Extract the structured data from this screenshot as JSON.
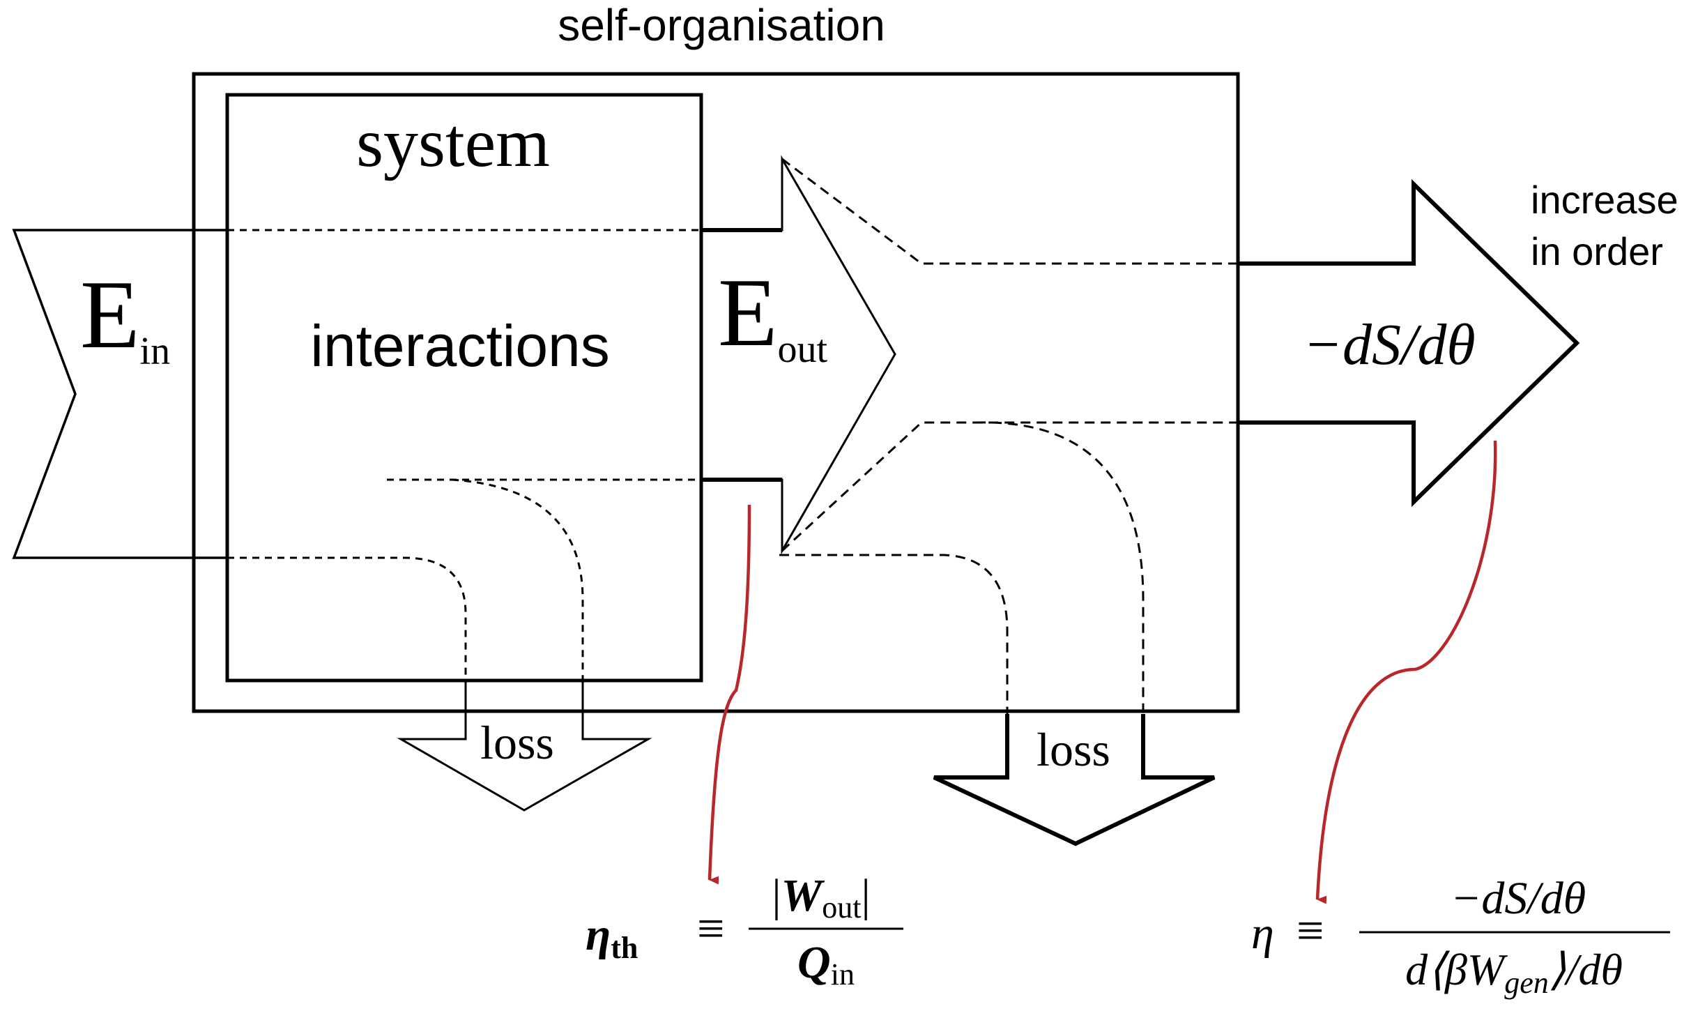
{
  "diagram": {
    "title": "self-organisation",
    "system_label": "system",
    "interactions_label": "interactions",
    "energy_in": {
      "base": "E",
      "sub": "in"
    },
    "energy_out": {
      "base": "E",
      "sub": "out"
    },
    "entropy_rate": "−dS/dθ",
    "increase_line1": "increase",
    "increase_line2": "in order",
    "loss_left": "loss",
    "loss_right": "loss",
    "eq_thermal": {
      "lhs_symbol": "η",
      "lhs_sub": "th",
      "equiv": "≡",
      "num_bar": "|",
      "num_symbol": "W",
      "num_sub": "out",
      "den_symbol": "Q",
      "den_sub": "in"
    },
    "eq_order": {
      "lhs_symbol": "η",
      "equiv": "≡",
      "numerator": "−dS/dθ",
      "den_pre": "d⟨βW",
      "den_sub": "gen",
      "den_post": "⟩/dθ"
    },
    "colors": {
      "ink": "#000000",
      "pointer": "#b8272a"
    }
  }
}
